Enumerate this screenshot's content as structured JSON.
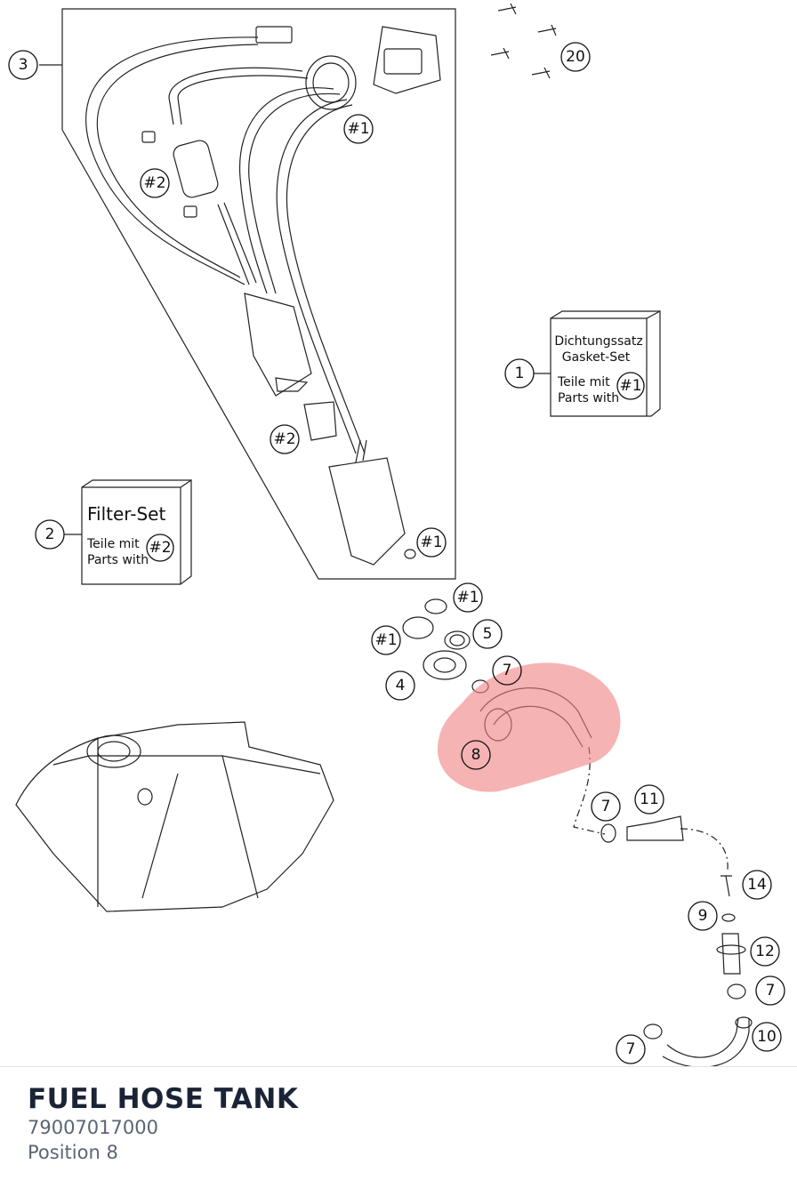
{
  "callouts": {
    "c3": "3",
    "c20": "20",
    "c1": "1",
    "c2": "2",
    "h1a": "#1",
    "h2a": "#2",
    "h2b": "#2",
    "h1b": "#1",
    "h1c": "#1",
    "h1d": "#1",
    "h1box": "#1",
    "h2box": "#2",
    "c5": "5",
    "c4": "4",
    "c7a": "7",
    "c8": "8",
    "c7b": "7",
    "c11": "11",
    "c14": "14",
    "c9": "9",
    "c12": "12",
    "c7c": "7",
    "c10": "10",
    "c7d": "7"
  },
  "gasket_box": {
    "line1": "Dichtungssatz",
    "line2": "Gasket-Set",
    "line3": "Teile mit",
    "line4": "Parts with"
  },
  "filter_box": {
    "line1": "Filter-Set",
    "line2": "Teile mit",
    "line3": "Parts with"
  },
  "highlight_color": "#f08080",
  "footer": {
    "title": "FUEL HOSE TANK",
    "part_number": "79007017000",
    "position": "Position 8"
  }
}
